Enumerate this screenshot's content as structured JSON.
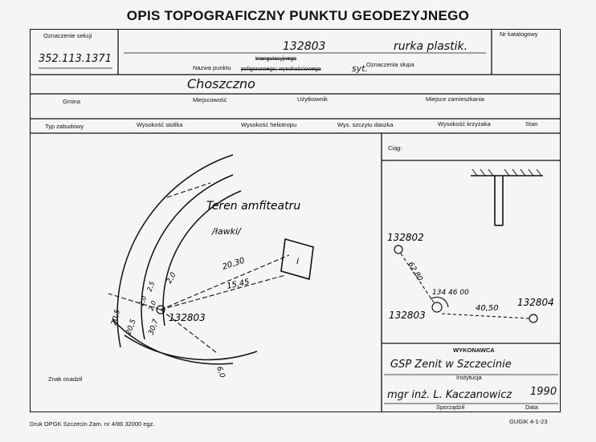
{
  "header": {
    "title": "OPIS TOPOGRAFICZNY PUNKTU GEODEZYJNEGO"
  },
  "fields": {
    "section_label": "Oznaczenie sekcji",
    "section_value": "352.113.1371",
    "catalog_label": "Nr katalogowy",
    "point_number": "132803",
    "post_marker": "rurka plastik.",
    "point_name_label": "Nazwa punktu",
    "type_line1": "triangulacyjnego",
    "type_line2": "poligonowego; wysokościowego",
    "type_abbrev": "syt.",
    "post_marking_label": "Oznaczenia słupa",
    "commune_value": "Choszczno",
    "commune_label": "Gmina",
    "locality_label": "Miejscowość",
    "user_label": "Użytkownik",
    "residence_label": "Miejsce zamieszkania",
    "row3": [
      "Typ zabudowy",
      "Wysokość stolika",
      "Wysokość heliotropu",
      "Wys. szczytu daszka",
      "Wysokość krzyżaka",
      "Stan"
    ],
    "section_view_label": "Ciąg:",
    "contractor_label": "WYKONAWCA",
    "contractor_value": "GSP Zenit w Szczecinie",
    "institution_label": "Instytucja",
    "author_value": "mgr inż. L. Kaczanowicz",
    "year_value": "1990",
    "author_label": "Sporządził",
    "date_label": "Data",
    "sign_label": "Znak osadził"
  },
  "sketch": {
    "area_label": "Teren amfiteatru",
    "bench_label": "/ławki/",
    "point_label": "132803",
    "building_label": "i",
    "dist_a": "20,30",
    "dist_b": "15,45",
    "dist_c": "20,5",
    "dist_d": "2,5",
    "dist_e": "2,0",
    "dist_f": "2,0",
    "dist_g": "20,5",
    "dist_h": "30,7",
    "dist_i": "2,0",
    "dist_j": "6,0"
  },
  "traverse": {
    "p_start": "132802",
    "p_mid": "132803",
    "p_end": "132804",
    "dist_1": "62,80",
    "dist_2": "40,50",
    "angle": "134 46 00"
  },
  "footer": {
    "print_info": "Druk OPGK Szczecin Zam. nr 4/86 32000 egz.",
    "form_code": "GUGiK 4-1-23"
  }
}
